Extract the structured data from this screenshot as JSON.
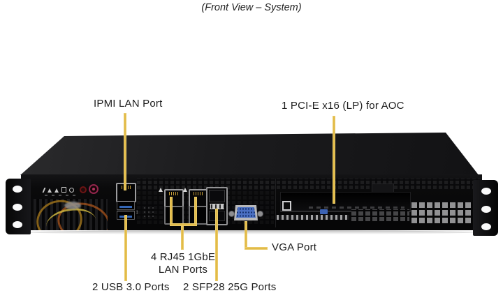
{
  "title": "(Front View – System)",
  "colors": {
    "background": "#ffffff",
    "callout": "#e2bb49",
    "label_text": "#1c1c1c",
    "usb_blue": "#3365b5",
    "vga_blue": "#4a6fc2"
  },
  "callouts": {
    "ipmi": {
      "label": "IPMI LAN Port"
    },
    "pcie": {
      "label": "1 PCI-E x16 (LP) for AOC"
    },
    "rj45": {
      "label_line1": "4 RJ45 1GbE",
      "label_line2": "LAN Ports"
    },
    "vga": {
      "label": "VGA Port"
    },
    "usb": {
      "label": "2 USB 3.0 Ports"
    },
    "sfp": {
      "label": "2 SFP28 25G Ports"
    }
  }
}
